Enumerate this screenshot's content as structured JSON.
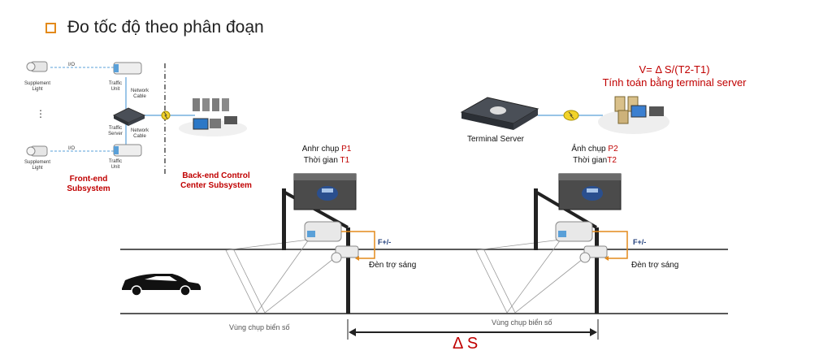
{
  "title": "Đo tốc độ theo phân đoạn",
  "frontend": {
    "supplement_light_1": "Supplement Light",
    "supplement_light_2": "Supplement Light",
    "traffic_unit_1": "Traffic Unit",
    "traffic_unit_2": "Traffic Unit",
    "traffic_server": "Traffic Server",
    "network_cable_1": "Network Cable",
    "network_cable_2": "Network Cable",
    "io_1": "I/O",
    "io_2": "I/O",
    "ellipsis": "⋮",
    "frontend_label": "Front-end Subsystem",
    "backend_label": "Back-end Control Center Subsystem"
  },
  "server": {
    "terminal_server_label": "Terminal Server",
    "formula": "V= Δ S/(T2-T1)",
    "compute_note": "Tính toán bằng terminal server"
  },
  "camera1": {
    "capture_prefix": "Anhr chụp ",
    "capture_id": "P1",
    "time_prefix": "Thời gian ",
    "time_id": "T1",
    "f_label": "F+/-",
    "light_label": "Đèn trợ sáng",
    "zone_label": "Vùng chụp biển số"
  },
  "camera2": {
    "capture_prefix": "Ảnh chụp ",
    "capture_id": "P2",
    "time_prefix": "Thời gian",
    "time_id": "T2",
    "f_label": "F+/-",
    "light_label": "Đèn trợ sáng",
    "zone_label": "Vùng chụp biển số"
  },
  "distance_label": "Δ S",
  "colors": {
    "accent_orange": "#e38a1b",
    "red_text": "#c00000",
    "cable_blue": "#5aa0d8",
    "road_line": "#222222"
  }
}
